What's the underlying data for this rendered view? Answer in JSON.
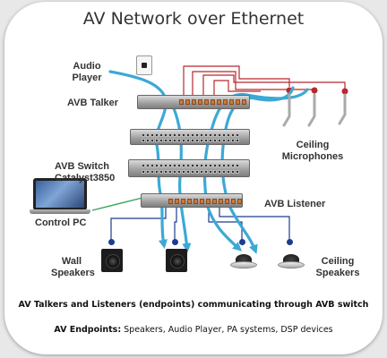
{
  "title": "AV Network over Ethernet",
  "labels": {
    "audio_player": [
      "Audio",
      "Player"
    ],
    "avb_talker": "AVB Talker",
    "ceiling_microphones": [
      "Ceiling",
      "Microphones"
    ],
    "avb_switch": [
      "AVB Switch",
      "Catalyst3850"
    ],
    "control_pc": "Control PC",
    "avb_listener": "AVB Listener",
    "wall_speakers": [
      "Wall",
      "Speakers"
    ],
    "ceiling_speakers": [
      "Ceiling",
      "Speakers"
    ]
  },
  "captions": {
    "line1": "AV Talkers and Listeners (endpoints) communicating through AVB switch",
    "line2_bold": "AV Endpoints:",
    "line2_rest": " Speakers, Audio Player, PA systems, DSP devices"
  },
  "colors": {
    "stream_arrow": "#3ba9d6",
    "mic_cable": "#b8282f",
    "speaker_cable": "#1d3c8e",
    "pc_cable": "#3aa35a"
  }
}
